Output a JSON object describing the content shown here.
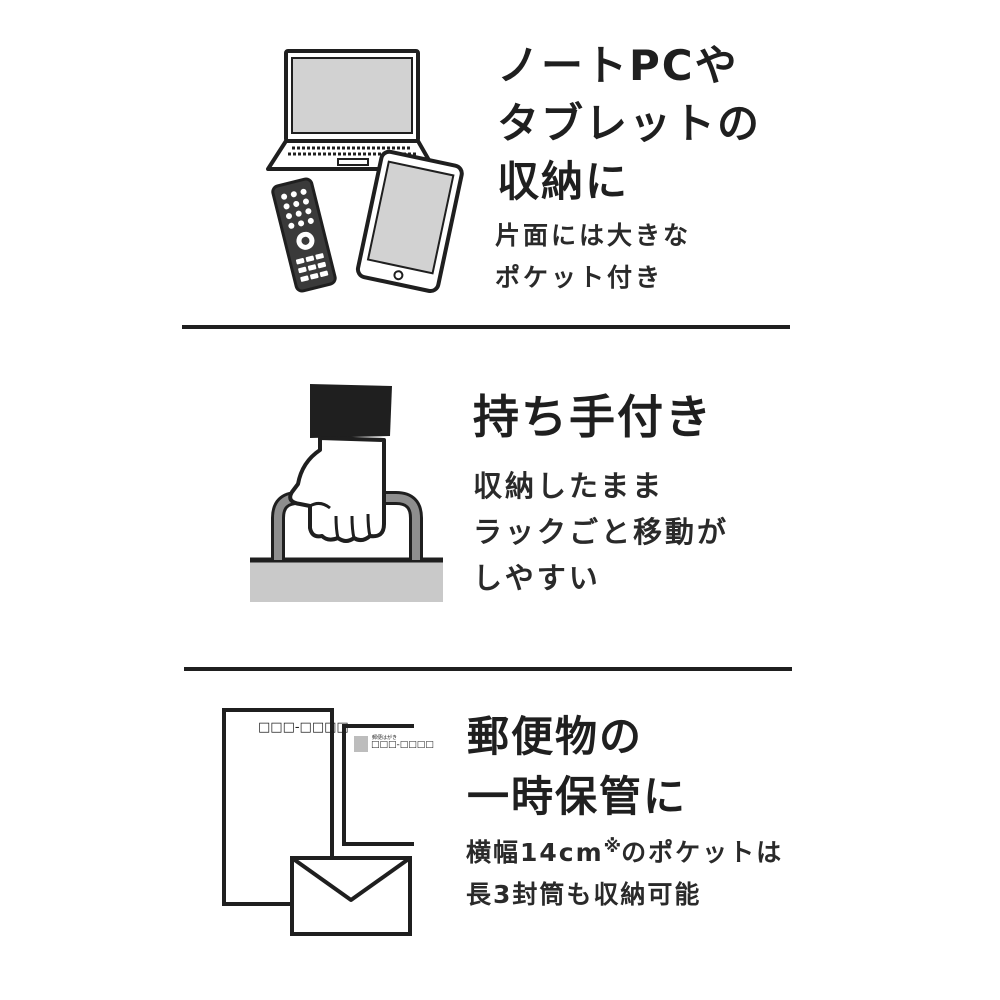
{
  "sections": [
    {
      "heading": [
        "ノートPCや",
        "タブレットの",
        "収納に"
      ],
      "body": [
        "片面には大きな",
        "ポケット付き"
      ],
      "icons": [
        "laptop-icon",
        "tablet-icon",
        "remote-control-icon"
      ]
    },
    {
      "heading": [
        "持ち手付き"
      ],
      "body": [
        "収納したまま",
        "ラックごと移動が",
        "しやすい"
      ],
      "icons": [
        "hand-grip-icon",
        "handle-icon"
      ]
    },
    {
      "heading": [
        "郵便物の",
        "一時保管に"
      ],
      "body_line1_main": "横幅14cm",
      "body_line1_note": "※",
      "body_line1_rest": "のポケットは",
      "body_line2": "長3封筒も収納可能",
      "icons": [
        "long-envelope-icon",
        "postcard-icon",
        "envelope-icon"
      ],
      "postal_code_mark": "□□□-□□□□",
      "postcard_header": "郵便はがき"
    }
  ],
  "colors": {
    "ink": "#1f1f1f",
    "gray_fill": "#d2d2d2",
    "mid_gray": "#8e8e8e",
    "background": "#ffffff"
  }
}
